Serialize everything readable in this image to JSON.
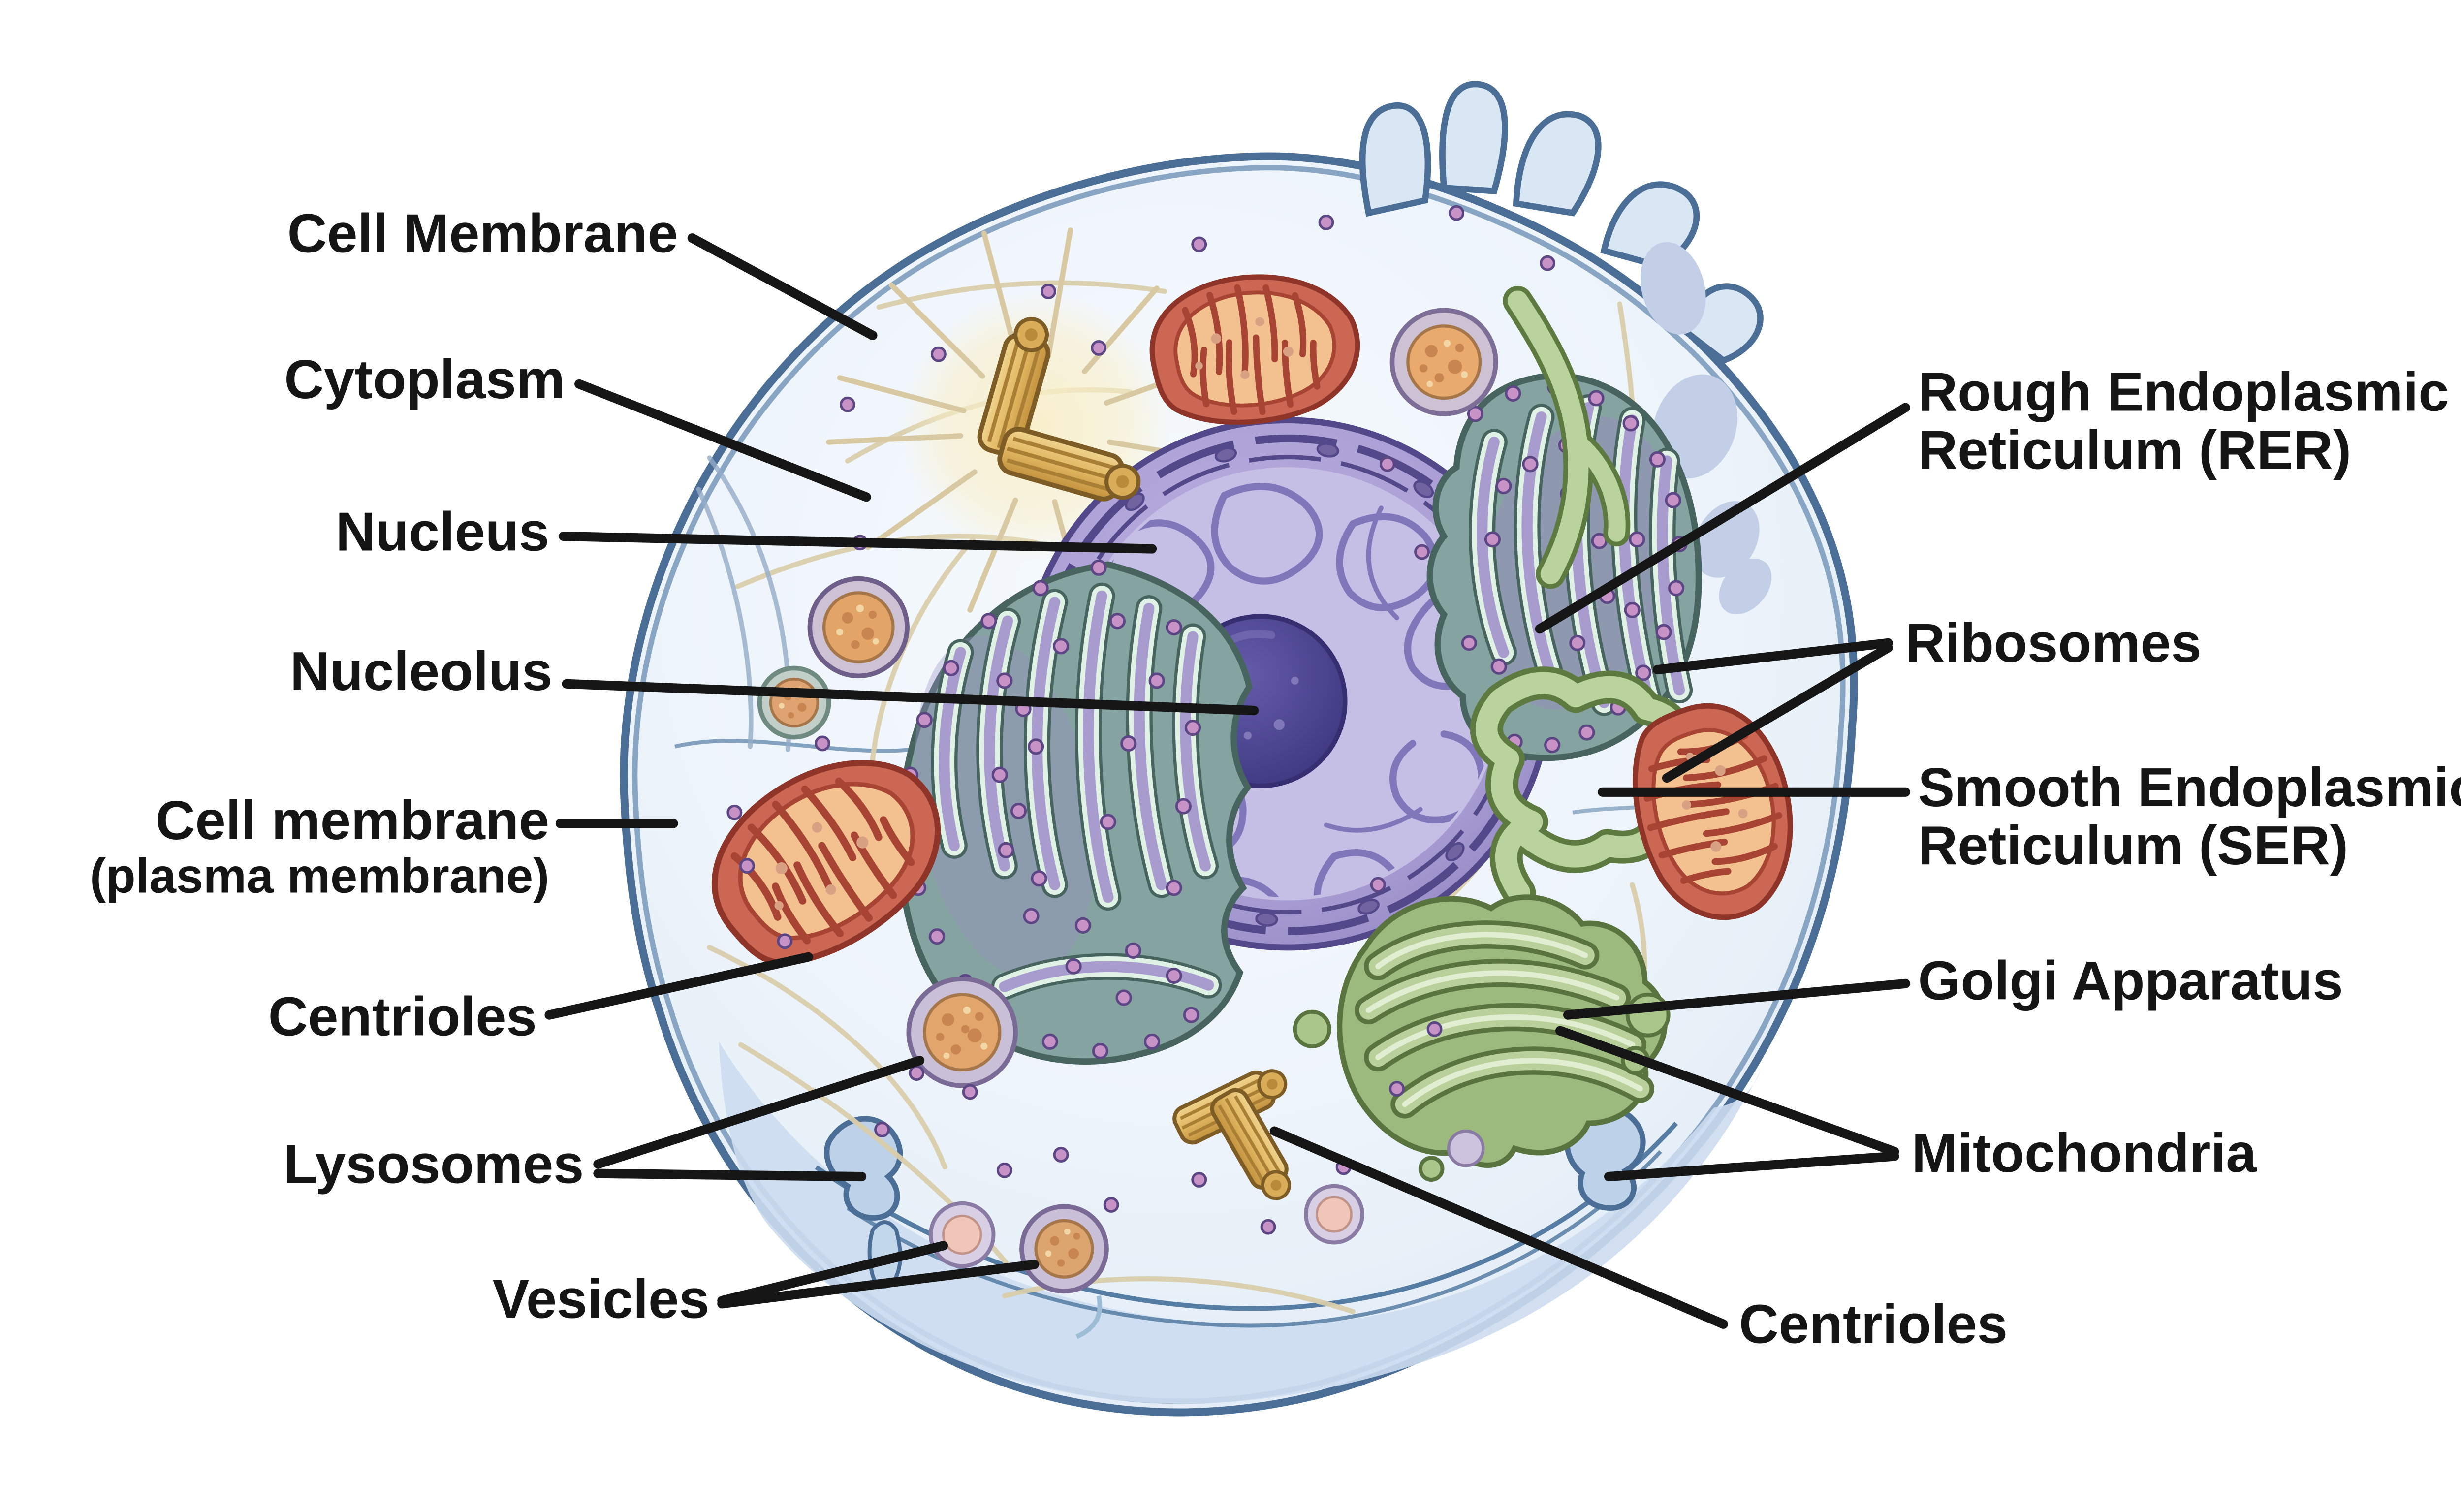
{
  "diagram": {
    "type": "labeled-biology-diagram",
    "subject": "Animal cell anatomy",
    "background": "#ffffff",
    "labels": {
      "cell_membrane_top": "Cell Membrane",
      "cytoplasm": "Cytoplasm",
      "nucleus": "Nucleus",
      "nucleolus": "Nucleolus",
      "cell_membrane_line1": "Cell membrane",
      "cell_membrane_line2": "(plasma membrane)",
      "centrioles_left": "Centrioles",
      "lysosomes": "Lysosomes",
      "vesicles": "Vesicles",
      "rer_line1": "Rough Endoplasmic",
      "rer_line2": "Reticulum (RER)",
      "ribosomes": "Ribosomes",
      "ser_line1": "Smooth Endoplasmic",
      "ser_line2": "Reticulum (SER)",
      "golgi": "Golgi Apparatus",
      "mitochondria": "Mitochondria",
      "centrioles_right": "Centrioles"
    },
    "organelles": [
      "cell-membrane",
      "cytoplasm",
      "nucleus",
      "nucleolus",
      "chromatin",
      "nuclear-pores",
      "rough-endoplasmic-reticulum",
      "smooth-endoplasmic-reticulum",
      "ribosomes",
      "golgi-apparatus",
      "mitochondria",
      "centrioles",
      "lysosomes",
      "vesicles",
      "cytoskeleton"
    ],
    "palette": {
      "membrane": "#4a6e96",
      "cytoplasm": "#eaf2f9",
      "nucleus": "#a79bd0",
      "nucleolus": "#453f87",
      "rer": "#85a3a0",
      "ser_golgi": "#a9c489",
      "mitochondria": "#cb6753",
      "centrioles": "#d9ac57",
      "ribosomes": "#c793c6",
      "lysosome": "#e9aa6e",
      "leader_line": "#161616",
      "label_text": "#151515"
    }
  }
}
